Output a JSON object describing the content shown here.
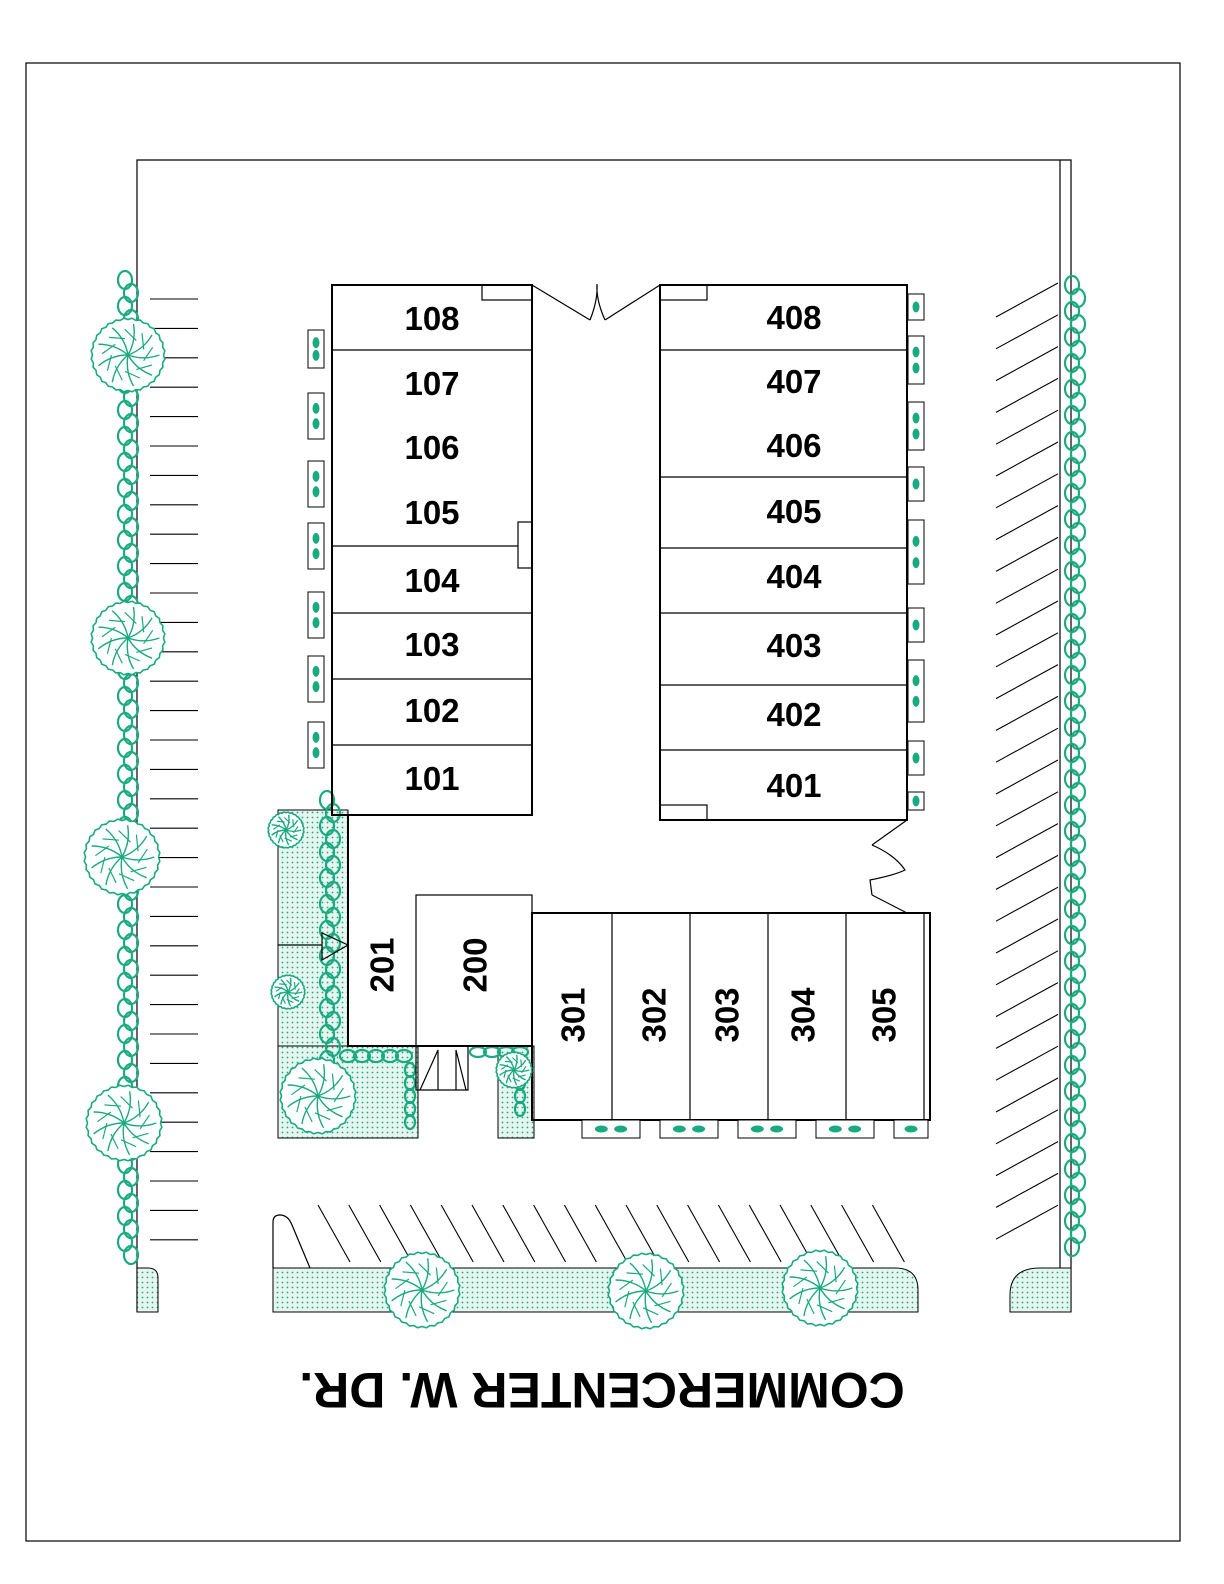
{
  "street": {
    "name": "COMMERCENTER W. DR.",
    "mirrored": true
  },
  "colors": {
    "landscape": "#1aaa80",
    "landscape_fill": "#e2f3ec",
    "linework": "#000000",
    "background": "#ffffff"
  },
  "units": {
    "west_wing": [
      "108",
      "107",
      "106",
      "105",
      "104",
      "103",
      "102",
      "101"
    ],
    "east_wing": [
      "408",
      "407",
      "406",
      "405",
      "404",
      "403",
      "402",
      "401"
    ],
    "center": [
      "201",
      "200"
    ],
    "south_wing": [
      "301",
      "302",
      "303",
      "304",
      "305"
    ]
  },
  "icons": {
    "tree": "tree-icon",
    "hedge": "hedge-icon",
    "door": "door-swing-icon"
  }
}
